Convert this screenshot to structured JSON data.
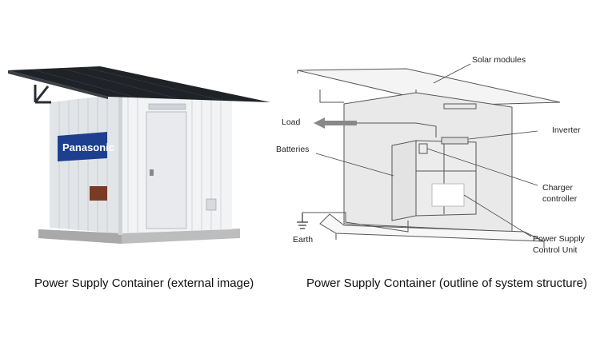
{
  "photo": {
    "brand": "Panasonic",
    "caption": "Power Supply Container (external image)"
  },
  "diagram": {
    "caption": "Power Supply Container (outline of system structure)",
    "labels": {
      "solar_modules": "Solar modules",
      "load": "Load",
      "inverter": "Inverter",
      "batteries": "Batteries",
      "charger_controller_1": "Charger",
      "charger_controller_2": "controller",
      "earth": "Earth",
      "control_unit_1": "Power Supply",
      "control_unit_2": "Control Unit"
    }
  },
  "colors": {
    "container_white": "#eef0f2",
    "roof_dark": "#1f2327",
    "brand_blue": "#1e3f8f",
    "line": "#555555"
  }
}
